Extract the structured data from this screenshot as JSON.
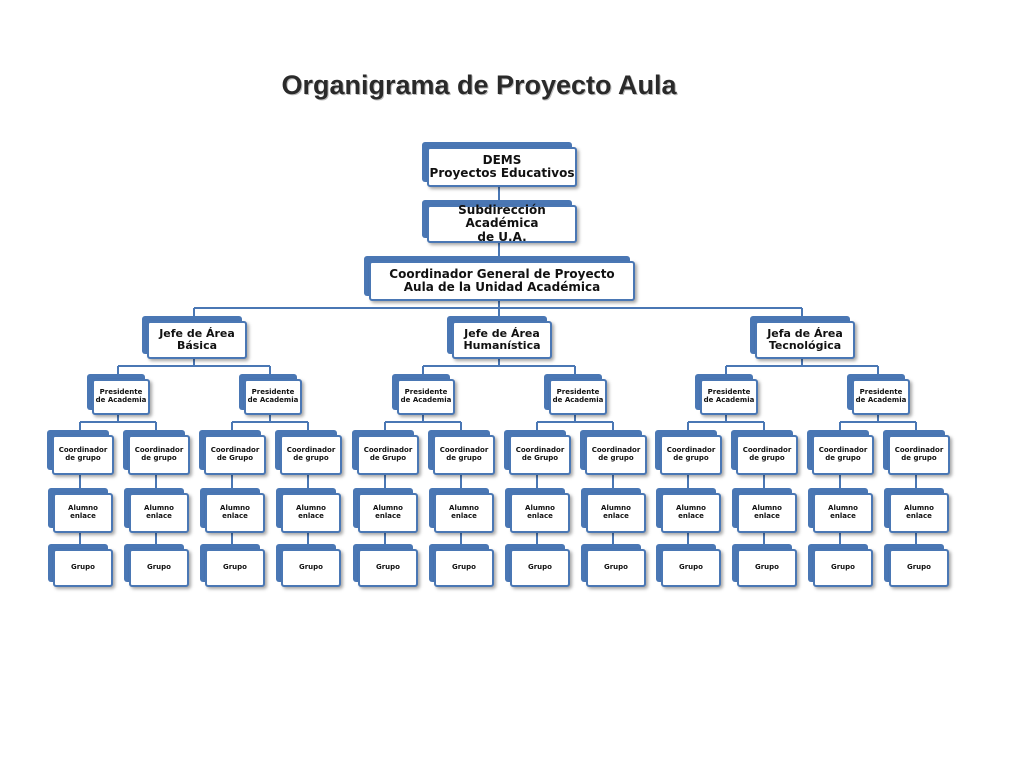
{
  "title": "Organigrama de Proyecto Aula",
  "colors": {
    "accent": "#4a77b4",
    "line": "#4a77b4"
  },
  "levels": {
    "dems": [
      "DEMS",
      "Proyectos Educativos"
    ],
    "subdireccion": [
      "Subdirección Académica",
      "de U.A."
    ],
    "coordinador_general": [
      "Coordinador General  de Proyecto",
      "Aula de la Unidad Académica"
    ]
  },
  "areas": [
    {
      "jefe": [
        "Jefe de Área",
        "Básica"
      ],
      "presidentes": [
        {
          "label": [
            "Presidente",
            "de Academia"
          ],
          "coordinadores": [
            {
              "label": [
                "Coordinador",
                "de grupo"
              ],
              "alumno": [
                "Alumno",
                "enlace"
              ],
              "grupo": "Grupo"
            },
            {
              "label": [
                "Coordinador",
                "de grupo"
              ],
              "alumno": [
                "Alumno",
                "enlace"
              ],
              "grupo": "Grupo"
            }
          ]
        },
        {
          "label": [
            "Presidente",
            "de Academia"
          ],
          "coordinadores": [
            {
              "label": [
                "Coordinador",
                "de Grupo"
              ],
              "alumno": [
                "Alumno",
                "enlace"
              ],
              "grupo": "Grupo"
            },
            {
              "label": [
                "Coordinador",
                "de grupo"
              ],
              "alumno": [
                "Alumno",
                "enlace"
              ],
              "grupo": "Grupo"
            }
          ]
        }
      ]
    },
    {
      "jefe": [
        "Jefe de Área",
        "Humanística"
      ],
      "presidentes": [
        {
          "label": [
            "Presidente",
            "de Academia"
          ],
          "coordinadores": [
            {
              "label": [
                "Coordinador",
                "de Grupo"
              ],
              "alumno": [
                "Alumno",
                "enlace"
              ],
              "grupo": "Grupo"
            },
            {
              "label": [
                "Coordinador",
                "de grupo"
              ],
              "alumno": [
                "Alumno",
                "enlace"
              ],
              "grupo": "Grupo"
            }
          ]
        },
        {
          "label": [
            "Presidente",
            "de Academia"
          ],
          "coordinadores": [
            {
              "label": [
                "Coordinador",
                "de Grupo"
              ],
              "alumno": [
                "Alumno",
                "enlace"
              ],
              "grupo": "Grupo"
            },
            {
              "label": [
                "Coordinador",
                "de grupo"
              ],
              "alumno": [
                "Alumno",
                "enlace"
              ],
              "grupo": "Grupo"
            }
          ]
        }
      ]
    },
    {
      "jefe": [
        "Jefa de Área",
        "Tecnológica"
      ],
      "presidentes": [
        {
          "label": [
            "Presidente",
            "de Academia"
          ],
          "coordinadores": [
            {
              "label": [
                "Coordinador",
                "de grupo"
              ],
              "alumno": [
                "Alumno",
                "enlace"
              ],
              "grupo": "Grupo"
            },
            {
              "label": [
                "Coordinador",
                "de grupo"
              ],
              "alumno": [
                "Alumno",
                "enlace"
              ],
              "grupo": "Grupo"
            }
          ]
        },
        {
          "label": [
            "Presidente",
            "de Academia"
          ],
          "coordinadores": [
            {
              "label": [
                "Coordinador",
                "de grupo"
              ],
              "alumno": [
                "Alumno",
                "enlace"
              ],
              "grupo": "Grupo"
            },
            {
              "label": [
                "Coordinador",
                "de grupo"
              ],
              "alumno": [
                "Alumno",
                "enlace"
              ],
              "grupo": "Grupo"
            }
          ]
        }
      ]
    }
  ]
}
